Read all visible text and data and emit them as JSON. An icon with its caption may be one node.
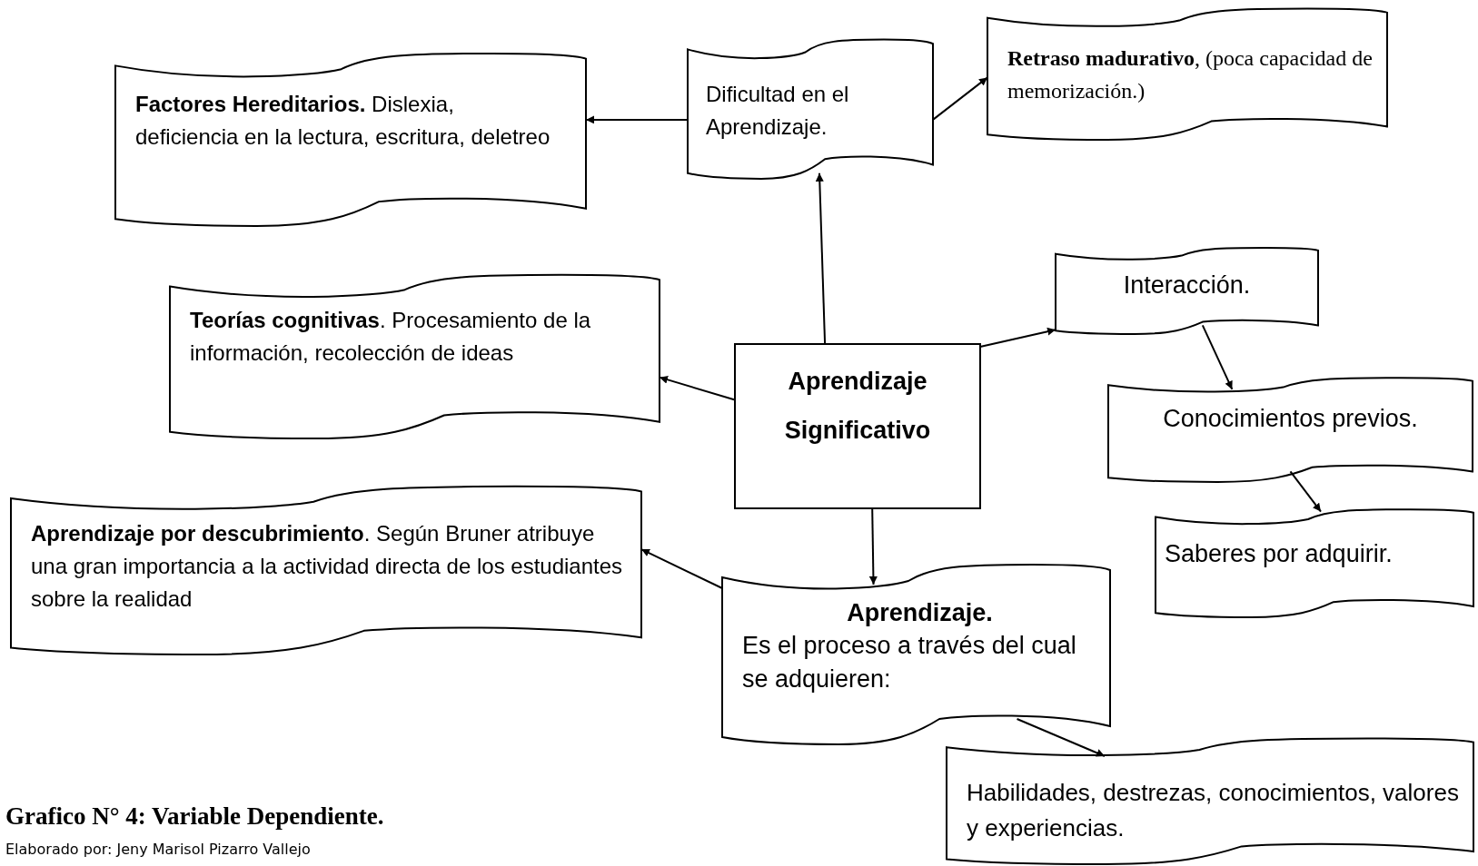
{
  "diagram": {
    "caption": "Grafico N° 4: Variable Dependiente.",
    "nodes": [
      {
        "text": [
          "**Factores Hereditarios.** Dislexia, deficiencia en la lectura, escritura, deletreo"
        ]
      },
      {
        "text": [
          "Dificultad en el Aprendizaje."
        ]
      },
      {
        "text": [
          "**Retraso madurativo**, (poca capacidad de memorización.)"
        ]
      },
      {
        "text": [
          "**Teorías cognitivas**. Procesamiento de la información, recolección de ideas"
        ]
      },
      {
        "text": [
          "Aprendizaje Significativo"
        ]
      },
      {
        "text": [
          "Interacción."
        ]
      },
      {
        "text": [
          "Conocimientos previos."
        ]
      },
      {
        "text": [
          "Saberes por adquirir."
        ]
      },
      {
        "text": [
          "**Aprendizaje por descubrimiento**. Según Bruner atribuye una gran importancia a la actividad directa de los estudiantes sobre la realidad"
        ]
      },
      {
        "text": [
          "Aprendizaje.",
          "Es el proceso a través del cual se adquieren:"
        ]
      },
      {
        "text": [
          "Habilidades, destrezas, conocimientos, valores y experiencias."
        ]
      }
    ],
    "edges": [
      {
        "from": 1,
        "to": 0,
        "arrow": "to"
      },
      {
        "from": 1,
        "to": 2,
        "arrow": "to"
      },
      {
        "from": 4,
        "to": 1,
        "arrow": "to"
      },
      {
        "from": 4,
        "to": 3,
        "arrow": "to"
      },
      {
        "from": 4,
        "to": 5,
        "arrow": "to"
      },
      {
        "from": 5,
        "to": 6,
        "arrow": "to"
      },
      {
        "from": 6,
        "to": 7,
        "arrow": "to"
      },
      {
        "from": 4,
        "to": 9,
        "arrow": "to"
      },
      {
        "from": 9,
        "to": 8,
        "arrow": "to"
      },
      {
        "from": 9,
        "to": 10,
        "arrow": "to"
      }
    ],
    "labels": [
      "Elaborado por: Jeny Marisol Pizarro Vallejo"
    ]
  }
}
